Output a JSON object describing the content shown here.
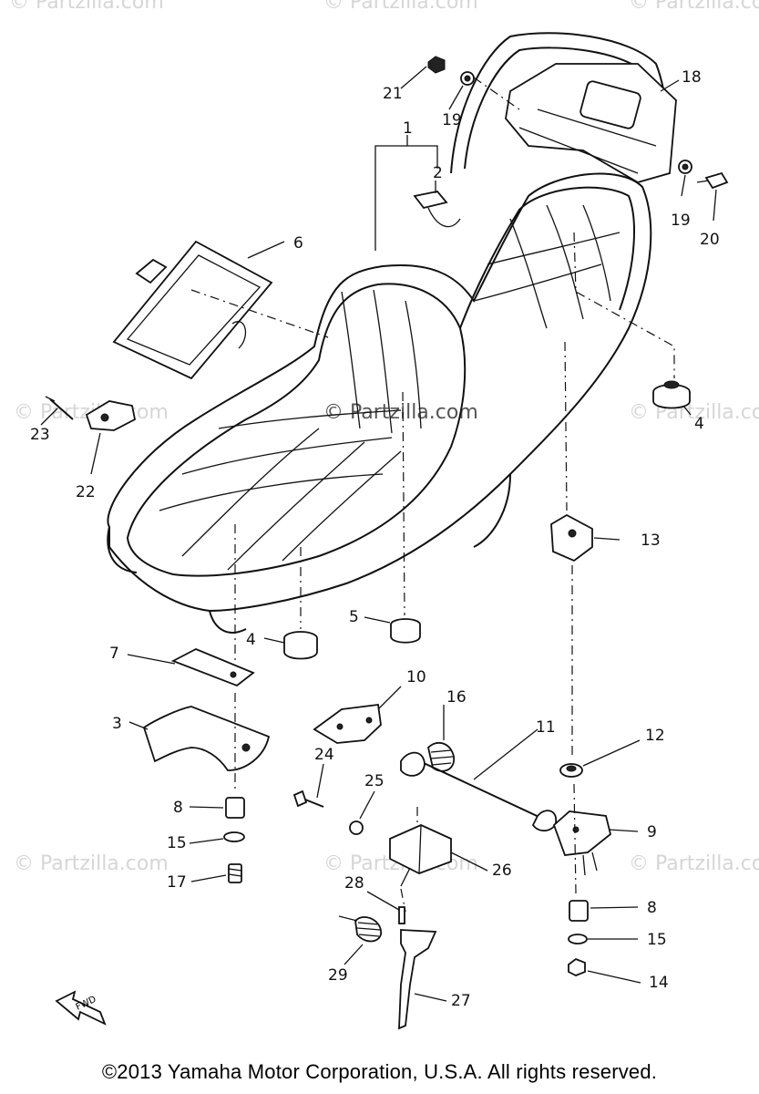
{
  "watermarks": {
    "brand": "© Partzilla.com"
  },
  "callouts": [
    "1",
    "2",
    "3",
    "4",
    "4",
    "5",
    "6",
    "7",
    "8",
    "8",
    "9",
    "10",
    "11",
    "12",
    "13",
    "14",
    "15",
    "15",
    "16",
    "17",
    "18",
    "19",
    "19",
    "20",
    "21",
    "22",
    "23",
    "24",
    "25",
    "26",
    "27",
    "28",
    "29"
  ],
  "fwd_label": "FWD",
  "footer": {
    "copyright": "©2013  Yamaha Motor Corporation, U.S.A. All rights reserved."
  }
}
